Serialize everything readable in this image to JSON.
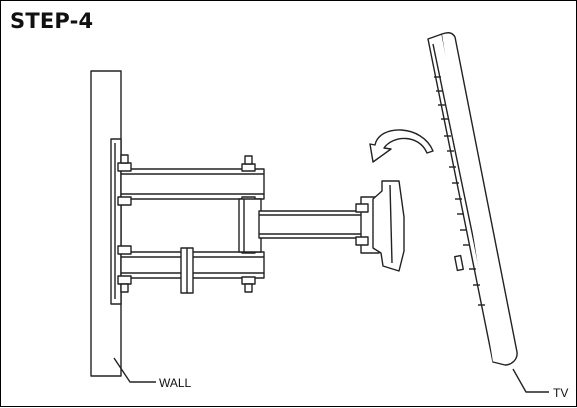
{
  "diagram": {
    "step_title": "STEP-4",
    "labels": {
      "wall": "WALL",
      "tv": "TV"
    },
    "stroke_color": "#222222",
    "fill_color": "#ffffff"
  }
}
